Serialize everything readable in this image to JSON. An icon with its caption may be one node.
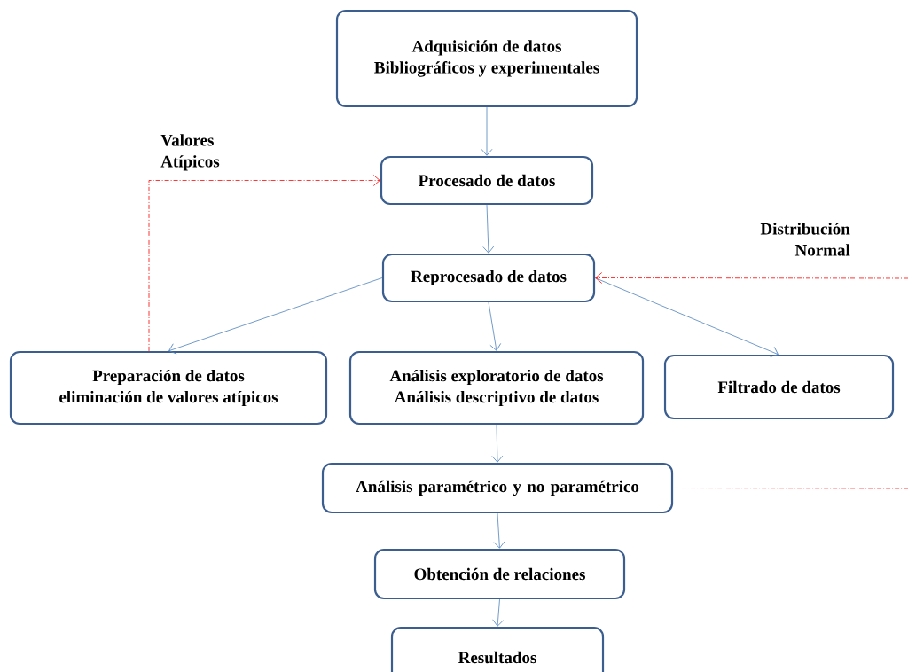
{
  "diagram": {
    "nodes": [
      {
        "text": [
          "Adquisición de datos",
          "Bibliográficos y experimentales"
        ]
      },
      {
        "text": [
          "Procesado de datos"
        ]
      },
      {
        "text": [
          "Reprocesado de datos"
        ]
      },
      {
        "text": [
          "Preparación de datos",
          "eliminación de valores atípicos"
        ]
      },
      {
        "text": [
          "Análisis exploratorio de datos",
          "Análisis descriptivo de datos"
        ]
      },
      {
        "text": [
          "Filtrado de datos"
        ]
      },
      {
        "text": [
          "Análisis paramétrico y no paramétrico"
        ]
      },
      {
        "text": [
          "Obtención de relaciones"
        ]
      },
      {
        "text": [
          "Resultados"
        ]
      }
    ],
    "edges": [
      {
        "from": 0,
        "to": 1,
        "arrow": "to"
      },
      {
        "from": 1,
        "to": 2,
        "arrow": "to"
      },
      {
        "from": 2,
        "to": 3,
        "arrow": "to"
      },
      {
        "from": 2,
        "to": 4,
        "arrow": "to"
      },
      {
        "from": 2,
        "to": 5,
        "arrow": "to"
      },
      {
        "from": 4,
        "to": 6,
        "arrow": "to"
      },
      {
        "from": 6,
        "to": 7,
        "arrow": "to"
      },
      {
        "from": 7,
        "to": 8,
        "arrow": "to"
      },
      {
        "from": 3,
        "to": 1,
        "arrow": "to",
        "label": "Valores Atípicos",
        "style": "dashed",
        "color": "#ff0000"
      },
      {
        "from": null,
        "to": 2,
        "arrow": "to",
        "label": "Distribución Normal",
        "style": "dashed",
        "color": "#ff0000"
      },
      {
        "from": 6,
        "to": null,
        "arrow": "none",
        "style": "dashed",
        "color": "#ff0000"
      }
    ]
  }
}
